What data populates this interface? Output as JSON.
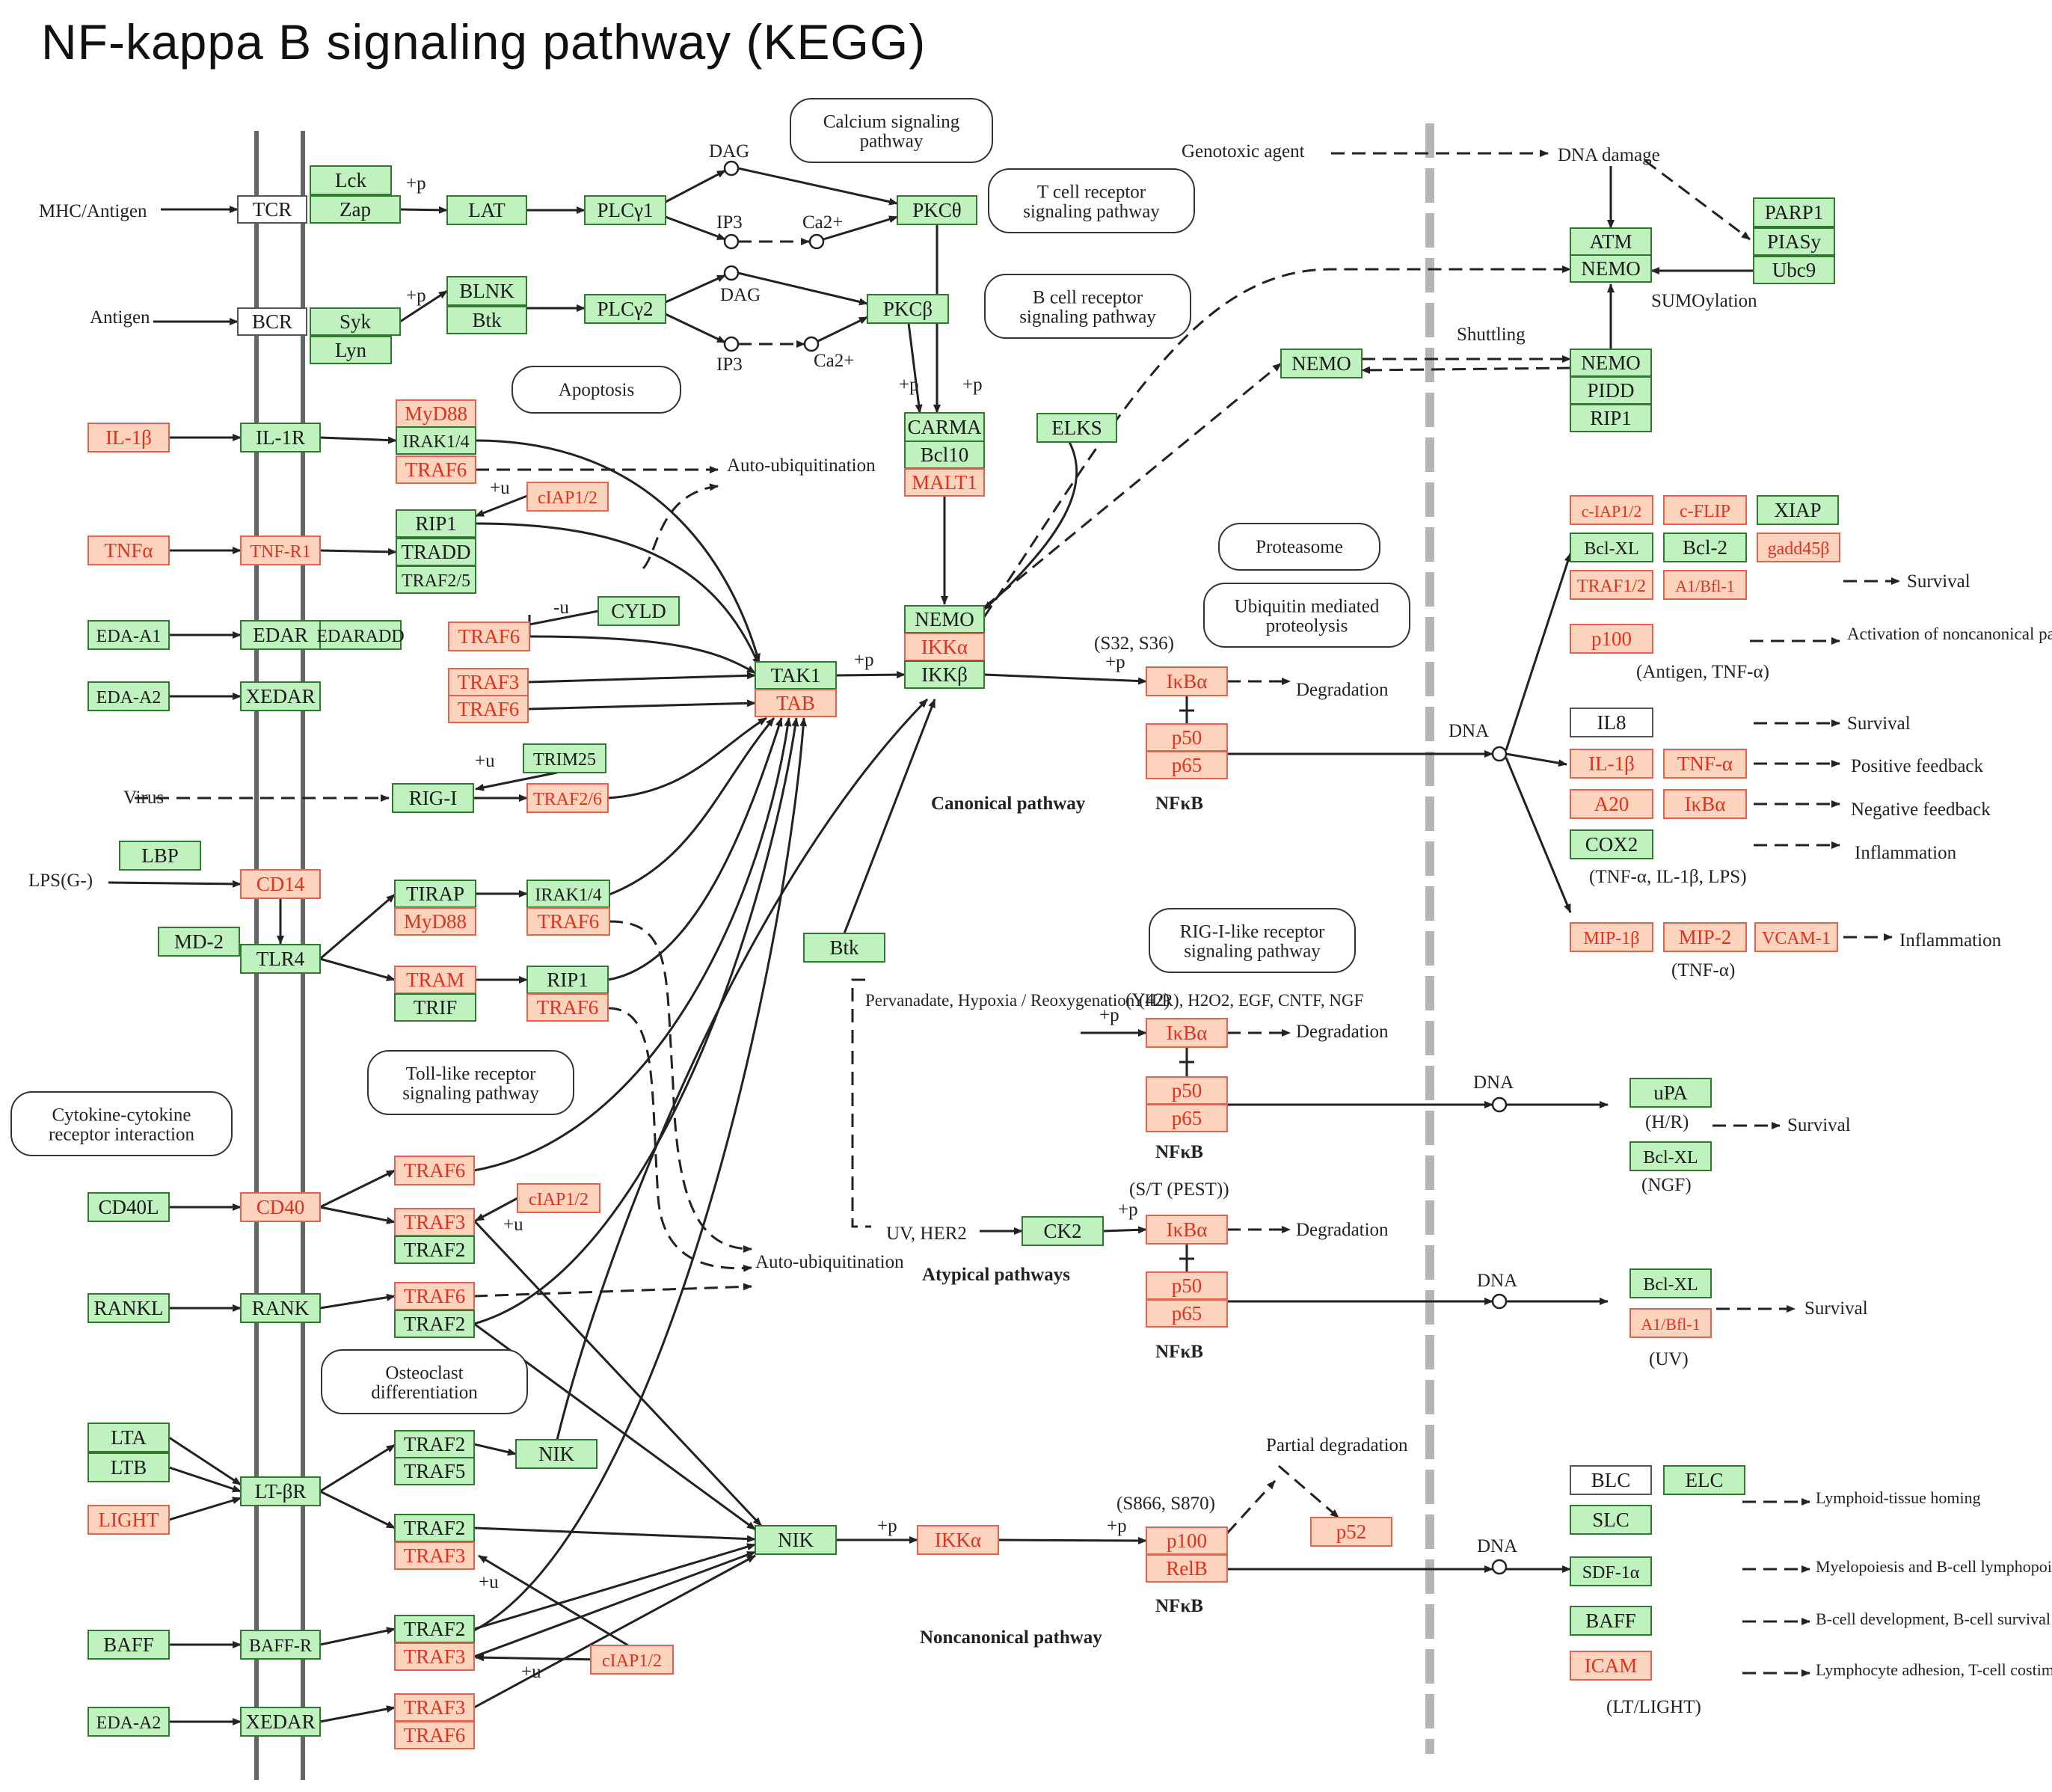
{
  "title": "NF-kappa B signaling pathway (KEGG)",
  "colors": {
    "green_fill": "#bff2bf",
    "green_stroke": "#2f7a2f",
    "red_text": "#e0301f",
    "red_stroke": "#e3634e",
    "red_fill": "#fcd4bd",
    "line": "#222222",
    "membrane": "#666666",
    "nuclear_membrane": "#b5b5b5"
  },
  "nodes": [
    {
      "id": "tcr",
      "label": "TCR",
      "style": "white"
    },
    {
      "id": "lck",
      "label": "Lck",
      "style": "green"
    },
    {
      "id": "zap",
      "label": "Zap",
      "style": "green"
    },
    {
      "id": "lat",
      "label": "LAT",
      "style": "green"
    },
    {
      "id": "plcg1",
      "label": "PLCγ1",
      "style": "green"
    },
    {
      "id": "pkct",
      "label": "PKCθ",
      "style": "green"
    },
    {
      "id": "bcr",
      "label": "BCR",
      "style": "white"
    },
    {
      "id": "syk",
      "label": "Syk",
      "style": "green"
    },
    {
      "id": "lyn",
      "label": "Lyn",
      "style": "green"
    },
    {
      "id": "blnk",
      "label": "BLNK",
      "style": "green"
    },
    {
      "id": "btk1",
      "label": "Btk",
      "style": "green"
    },
    {
      "id": "plcg2",
      "label": "PLCγ2",
      "style": "green"
    },
    {
      "id": "pkcb",
      "label": "PKCβ",
      "style": "green"
    },
    {
      "id": "il1b",
      "label": "IL-1β",
      "style": "red"
    },
    {
      "id": "il1r",
      "label": "IL-1R",
      "style": "green"
    },
    {
      "id": "myd88a",
      "label": "MyD88",
      "style": "red"
    },
    {
      "id": "irak14a",
      "label": "IRAK1/4",
      "style": "green"
    },
    {
      "id": "traf6a",
      "label": "TRAF6",
      "style": "red"
    },
    {
      "id": "tnfa",
      "label": "TNFα",
      "style": "red"
    },
    {
      "id": "tnfr1",
      "label": "TNF-R1",
      "style": "red"
    },
    {
      "id": "rip1a",
      "label": "RIP1",
      "style": "green"
    },
    {
      "id": "tradd",
      "label": "TRADD",
      "style": "green"
    },
    {
      "id": "traf25",
      "label": "TRAF2/5",
      "style": "green"
    },
    {
      "id": "ciap12a",
      "label": "cIAP1/2",
      "style": "red"
    },
    {
      "id": "edaa1",
      "label": "EDA-A1",
      "style": "green"
    },
    {
      "id": "edar",
      "label": "EDAR",
      "style": "green"
    },
    {
      "id": "edaradd",
      "label": "EDARADD",
      "style": "green"
    },
    {
      "id": "traf6b",
      "label": "TRAF6",
      "style": "red"
    },
    {
      "id": "cyld",
      "label": "CYLD",
      "style": "green"
    },
    {
      "id": "edaa2a",
      "label": "EDA-A2",
      "style": "green"
    },
    {
      "id": "xedara",
      "label": "XEDAR",
      "style": "green"
    },
    {
      "id": "traf3a",
      "label": "TRAF3",
      "style": "red"
    },
    {
      "id": "traf6c",
      "label": "TRAF6",
      "style": "red"
    },
    {
      "id": "tak1",
      "label": "TAK1",
      "style": "green"
    },
    {
      "id": "tab",
      "label": "TAB",
      "style": "red"
    },
    {
      "id": "trim25",
      "label": "TRIM25",
      "style": "green"
    },
    {
      "id": "rigi",
      "label": "RIG-I",
      "style": "green"
    },
    {
      "id": "traf26",
      "label": "TRAF2/6",
      "style": "red"
    },
    {
      "id": "lbp",
      "label": "LBP",
      "style": "green"
    },
    {
      "id": "cd14",
      "label": "CD14",
      "style": "red"
    },
    {
      "id": "md2",
      "label": "MD-2",
      "style": "green"
    },
    {
      "id": "tlr4",
      "label": "TLR4",
      "style": "green"
    },
    {
      "id": "tirap",
      "label": "TIRAP",
      "style": "green"
    },
    {
      "id": "myd88b",
      "label": "MyD88",
      "style": "red"
    },
    {
      "id": "irak14b",
      "label": "IRAK1/4",
      "style": "green"
    },
    {
      "id": "traf6d",
      "label": "TRAF6",
      "style": "red"
    },
    {
      "id": "tram",
      "label": "TRAM",
      "style": "red"
    },
    {
      "id": "trif",
      "label": "TRIF",
      "style": "green"
    },
    {
      "id": "rip1b",
      "label": "RIP1",
      "style": "green"
    },
    {
      "id": "traf6e",
      "label": "TRAF6",
      "style": "red"
    },
    {
      "id": "cd40l",
      "label": "CD40L",
      "style": "green"
    },
    {
      "id": "cd40",
      "label": "CD40",
      "style": "red"
    },
    {
      "id": "traf6f",
      "label": "TRAF6",
      "style": "red"
    },
    {
      "id": "traf3b",
      "label": "TRAF3",
      "style": "red"
    },
    {
      "id": "traf2a",
      "label": "TRAF2",
      "style": "green"
    },
    {
      "id": "ciap12b",
      "label": "cIAP1/2",
      "style": "red"
    },
    {
      "id": "rankl",
      "label": "RANKL",
      "style": "green"
    },
    {
      "id": "rank",
      "label": "RANK",
      "style": "green"
    },
    {
      "id": "traf6g",
      "label": "TRAF6",
      "style": "red"
    },
    {
      "id": "traf2b",
      "label": "TRAF2",
      "style": "green"
    },
    {
      "id": "lta",
      "label": "LTA",
      "style": "green"
    },
    {
      "id": "ltb",
      "label": "LTB",
      "style": "green"
    },
    {
      "id": "light",
      "label": "LIGHT",
      "style": "red"
    },
    {
      "id": "ltbr",
      "label": "LT-βR",
      "style": "green"
    },
    {
      "id": "traf2c",
      "label": "TRAF2",
      "style": "green"
    },
    {
      "id": "traf5",
      "label": "TRAF5",
      "style": "green"
    },
    {
      "id": "nik1",
      "label": "NIK",
      "style": "green"
    },
    {
      "id": "traf2d",
      "label": "TRAF2",
      "style": "green"
    },
    {
      "id": "traf3c",
      "label": "TRAF3",
      "style": "red"
    },
    {
      "id": "baff1",
      "label": "BAFF",
      "style": "green"
    },
    {
      "id": "baffr",
      "label": "BAFF-R",
      "style": "green"
    },
    {
      "id": "traf2e",
      "label": "TRAF2",
      "style": "green"
    },
    {
      "id": "traf3d",
      "label": "TRAF3",
      "style": "red"
    },
    {
      "id": "ciap12c",
      "label": "cIAP1/2",
      "style": "red"
    },
    {
      "id": "edaa2b",
      "label": "EDA-A2",
      "style": "green"
    },
    {
      "id": "xedarb",
      "label": "XEDAR",
      "style": "green"
    },
    {
      "id": "traf3e",
      "label": "TRAF3",
      "style": "red"
    },
    {
      "id": "traf6h",
      "label": "TRAF6",
      "style": "red"
    },
    {
      "id": "nik2",
      "label": "NIK",
      "style": "green"
    },
    {
      "id": "ikka2",
      "label": "IKKα",
      "style": "red"
    },
    {
      "id": "carma",
      "label": "CARMA",
      "style": "green"
    },
    {
      "id": "bcl10",
      "label": "Bcl10",
      "style": "green"
    },
    {
      "id": "malt1",
      "label": "MALT1",
      "style": "red"
    },
    {
      "id": "elks",
      "label": "ELKS",
      "style": "green"
    },
    {
      "id": "nemo1",
      "label": "NEMO",
      "style": "green"
    },
    {
      "id": "ikka1",
      "label": "IKKα",
      "style": "red"
    },
    {
      "id": "ikkb",
      "label": "IKKβ",
      "style": "green"
    },
    {
      "id": "btk2",
      "label": "Btk",
      "style": "green"
    },
    {
      "id": "nemo2",
      "label": "NEMO",
      "style": "green"
    },
    {
      "id": "atm",
      "label": "ATM",
      "style": "green"
    },
    {
      "id": "nemo3",
      "label": "NEMO",
      "style": "green"
    },
    {
      "id": "parp1",
      "label": "PARP1",
      "style": "green"
    },
    {
      "id": "piasy",
      "label": "PIASy",
      "style": "green"
    },
    {
      "id": "ubc9",
      "label": "Ubc9",
      "style": "green"
    },
    {
      "id": "nemo4",
      "label": "NEMO",
      "style": "green"
    },
    {
      "id": "pidd",
      "label": "PIDD",
      "style": "green"
    },
    {
      "id": "rip1c",
      "label": "RIP1",
      "style": "green"
    },
    {
      "id": "ikba1",
      "label": "IκBα",
      "style": "red"
    },
    {
      "id": "p50a",
      "label": "p50",
      "style": "red"
    },
    {
      "id": "p65a",
      "label": "p65",
      "style": "red"
    },
    {
      "id": "ikba2",
      "label": "IκBα",
      "style": "red"
    },
    {
      "id": "p50b",
      "label": "p50",
      "style": "red"
    },
    {
      "id": "p65b",
      "label": "p65",
      "style": "red"
    },
    {
      "id": "ck2",
      "label": "CK2",
      "style": "green"
    },
    {
      "id": "ikba3",
      "label": "IκBα",
      "style": "red"
    },
    {
      "id": "p50c",
      "label": "p50",
      "style": "red"
    },
    {
      "id": "p65c",
      "label": "p65",
      "style": "red"
    },
    {
      "id": "p100",
      "label": "p100",
      "style": "red"
    },
    {
      "id": "relb",
      "label": "RelB",
      "style": "red"
    },
    {
      "id": "p52",
      "label": "p52",
      "style": "red"
    },
    {
      "id": "ciap12d",
      "label": "c-IAP1/2",
      "style": "red"
    },
    {
      "id": "cflip",
      "label": "c-FLIP",
      "style": "red"
    },
    {
      "id": "xiap",
      "label": "XIAP",
      "style": "green"
    },
    {
      "id": "bclxl1",
      "label": "Bcl-XL",
      "style": "green"
    },
    {
      "id": "bcl2",
      "label": "Bcl-2",
      "style": "green"
    },
    {
      "id": "gadd45b",
      "label": "gadd45β",
      "style": "red"
    },
    {
      "id": "traf12",
      "label": "TRAF1/2",
      "style": "red"
    },
    {
      "id": "a1bfl1a",
      "label": "A1/Bfl-1",
      "style": "red"
    },
    {
      "id": "p100b",
      "label": "p100",
      "style": "red"
    },
    {
      "id": "il8",
      "label": "IL8",
      "style": "white"
    },
    {
      "id": "il1b2",
      "label": "IL-1β",
      "style": "red"
    },
    {
      "id": "tnfa2",
      "label": "TNF-α",
      "style": "red"
    },
    {
      "id": "a20",
      "label": "A20",
      "style": "red"
    },
    {
      "id": "ikba4",
      "label": "IκBα",
      "style": "red"
    },
    {
      "id": "cox2",
      "label": "COX2",
      "style": "green"
    },
    {
      "id": "mip1b",
      "label": "MIP-1β",
      "style": "red"
    },
    {
      "id": "mip2",
      "label": "MIP-2",
      "style": "red"
    },
    {
      "id": "vcam1",
      "label": "VCAM-1",
      "style": "red"
    },
    {
      "id": "upa",
      "label": "uPA",
      "style": "green"
    },
    {
      "id": "bclxl2",
      "label": "Bcl-XL",
      "style": "green"
    },
    {
      "id": "bclxl3",
      "label": "Bcl-XL",
      "style": "green"
    },
    {
      "id": "a1bfl1b",
      "label": "A1/Bfl-1",
      "style": "red"
    },
    {
      "id": "blc",
      "label": "BLC",
      "style": "white"
    },
    {
      "id": "elc",
      "label": "ELC",
      "style": "green"
    },
    {
      "id": "slc",
      "label": "SLC",
      "style": "green"
    },
    {
      "id": "sdf1a",
      "label": "SDF-1α",
      "style": "green"
    },
    {
      "id": "baff2",
      "label": "BAFF",
      "style": "green"
    },
    {
      "id": "icam",
      "label": "ICAM",
      "style": "red"
    }
  ],
  "pathway_maps": [
    {
      "id": "calcium",
      "label": "Calcium signaling pathway"
    },
    {
      "id": "tcrp",
      "label": "T cell receptor signaling pathway"
    },
    {
      "id": "bcrp",
      "label": "B cell receptor signaling pathway"
    },
    {
      "id": "apoptosis",
      "label": "Apoptosis"
    },
    {
      "id": "proteasome",
      "label": "Proteasome"
    },
    {
      "id": "ubiq",
      "label": "Ubiquitin mediated proteolysis"
    },
    {
      "id": "riglike",
      "label": "RIG-I-like receptor signaling pathway"
    },
    {
      "id": "tolllike",
      "label": "Toll-like receptor signaling pathway"
    },
    {
      "id": "cytokine",
      "label": "Cytokine-cytokine receptor interaction"
    },
    {
      "id": "osteo",
      "label": "Osteoclast differentiation"
    }
  ],
  "labels": {
    "mhc_antigen": "MHC/Antigen",
    "antigen": "Antigen",
    "virus": "Virus",
    "lps": "LPS(G-)",
    "dag": "DAG",
    "ip3": "IP3",
    "ca": "Ca2+",
    "plus_p": "+p",
    "plus_u": "+u",
    "minus_u": "-u",
    "auto_ubiq": "Auto-ubiquitination",
    "genotoxic": "Genotoxic agent",
    "dna_damage": "DNA damage",
    "sumoylation": "SUMOylation",
    "shuttling": "Shuttling",
    "s32s36": "(S32, S36)",
    "y42": "(Y42)",
    "st_pest": "(S/T (PEST))",
    "s866s870": "(S866, S870)",
    "degradation": "Degradation",
    "nfkb": "NFκB",
    "dna": "DNA",
    "canonical": "Canonical pathway",
    "atypical": "Atypical pathways",
    "noncanonical": "Noncanonical pathway",
    "pervanadate": "Pervanadate, Hypoxia / Reoxygenation (H/R), H2O2, EGF, CNTF, NGF",
    "uv_her2": "UV, HER2",
    "partial_deg": "Partial degradation",
    "survival": "Survival",
    "activation_noncanonical": "Activation of noncanonical pathway",
    "antigen_tnf": "(Antigen, TNF-α)",
    "positive_feedback": "Positive feedback",
    "negative_feedback": "Negative feedback",
    "inflammation": "Inflammation",
    "tnf_il1b_lps": "(TNF-α, IL-1β, LPS)",
    "tnf_a": "(TNF-α)",
    "hr": "(H/R)",
    "ngf": "(NGF)",
    "uv": "(UV)",
    "lymphoid": "Lymphoid-tissue homing",
    "myelopoiesis": "Myelopoiesis and B-cell lymphopoiesis",
    "bcell_dev": "B-cell development, B-cell survival",
    "lymphocyte_adh": "Lymphocyte adhesion, T-cell costimulation",
    "lt_light": "(LT/LIGHT)"
  }
}
